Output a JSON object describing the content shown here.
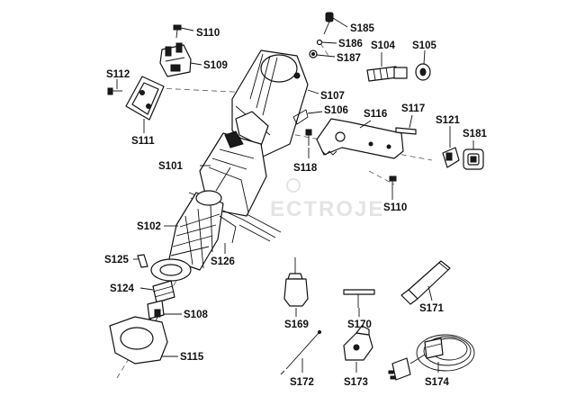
{
  "watermark": "ECTROJE",
  "labels": {
    "s110a": "S110",
    "s109": "S109",
    "s112": "S112",
    "s111": "S111",
    "s185": "S185",
    "s186": "S186",
    "s187": "S187",
    "s104": "S104",
    "s105": "S105",
    "s107": "S107",
    "s106": "S106",
    "s116": "S116",
    "s117": "S117",
    "s121": "S121",
    "s181": "S181",
    "s101": "S101",
    "s118": "S118",
    "s110b": "S110",
    "s102": "S102",
    "s126": "S126",
    "s125": "S125",
    "s124": "S124",
    "s108": "S108",
    "s115": "S115",
    "s169": "S169",
    "s170": "S170",
    "s171": "S171",
    "s172": "S172",
    "s173": "S173",
    "s174": "S174"
  }
}
